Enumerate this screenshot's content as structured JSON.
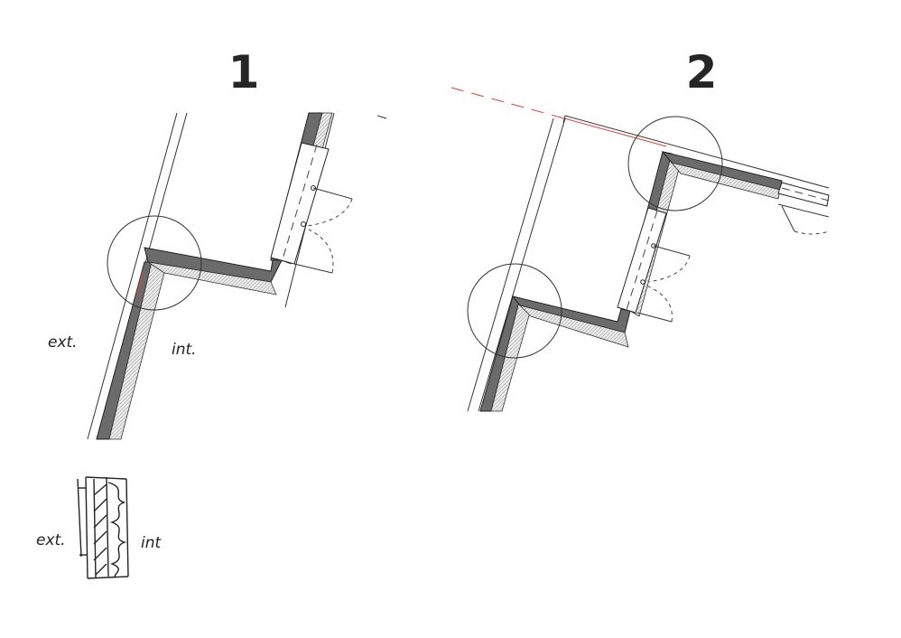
{
  "panels": [
    {
      "number": "1",
      "label_ext": "ext.",
      "label_int": "int."
    },
    {
      "number": "2"
    }
  ],
  "legend": {
    "label_ext": "ext.",
    "label_int": "int"
  },
  "colors": {
    "wall_core": "#6b6b6b",
    "insulation": "#e6e6e6",
    "ink": "#262626",
    "guide_line": "#e23c3c"
  }
}
